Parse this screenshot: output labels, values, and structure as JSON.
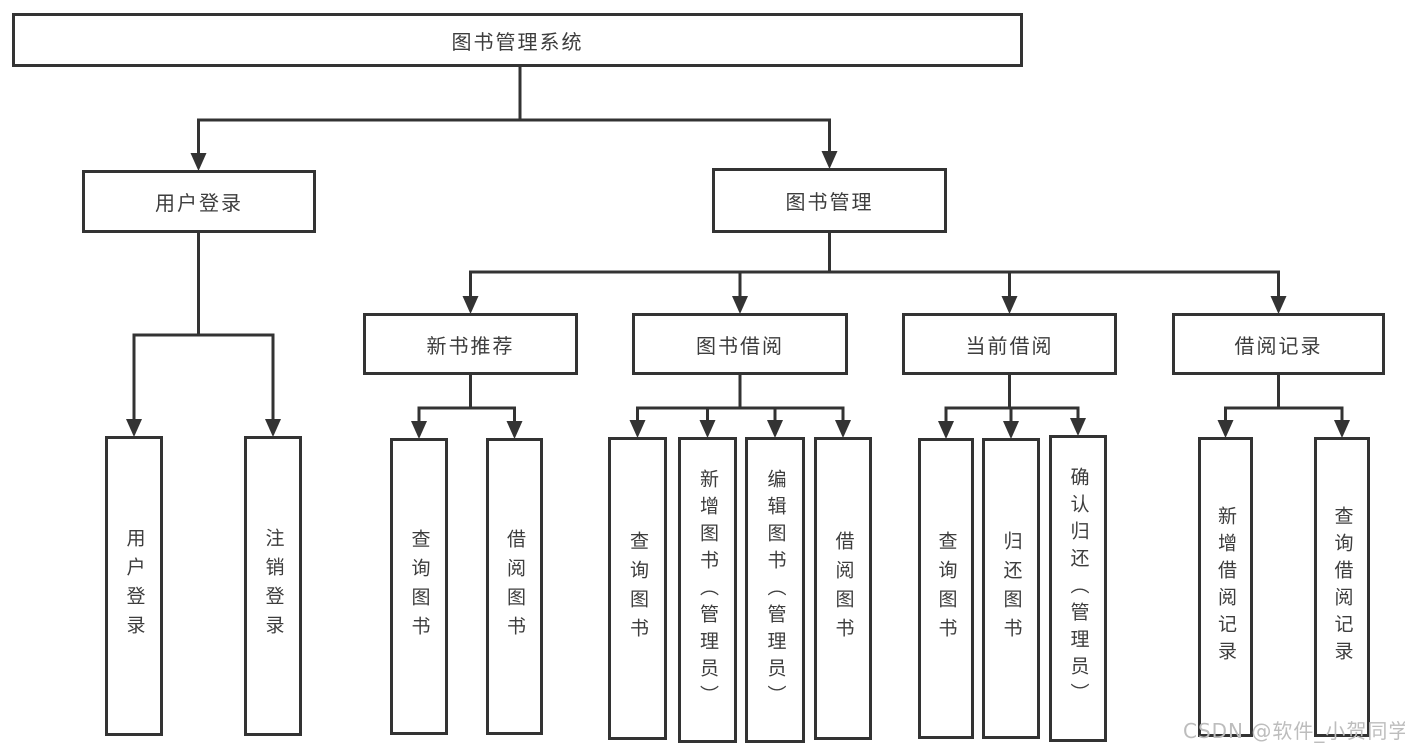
{
  "diagram": {
    "title": "图书管理系统",
    "colors": {
      "line": "#333333",
      "node_border": "#333333",
      "node_text": "#3d3d3d",
      "background": "#ffffff",
      "watermark_text": "#bdbdbd"
    }
  },
  "tree": {
    "label": "图书管理系统",
    "children": [
      {
        "label": "用户登录",
        "children": [
          {
            "label": "用户登录"
          },
          {
            "label": "注销登录"
          }
        ]
      },
      {
        "label": "图书管理",
        "children": [
          {
            "label": "新书推荐",
            "children": [
              {
                "label": "查询图书"
              },
              {
                "label": "借阅图书"
              }
            ]
          },
          {
            "label": "图书借阅",
            "children": [
              {
                "label": "查询图书"
              },
              {
                "label": "新增图书（管理员）"
              },
              {
                "label": "编辑图书（管理员）"
              },
              {
                "label": "借阅图书"
              }
            ]
          },
          {
            "label": "当前借阅",
            "children": [
              {
                "label": "查询图书"
              },
              {
                "label": "归还图书"
              },
              {
                "label": "确认归还（管理员）"
              }
            ]
          },
          {
            "label": "借阅记录",
            "children": [
              {
                "label": "新增借阅记录"
              },
              {
                "label": "查询借阅记录"
              }
            ]
          }
        ]
      }
    ]
  },
  "watermark": {
    "text": "CSDN @软件_小贺同学"
  }
}
